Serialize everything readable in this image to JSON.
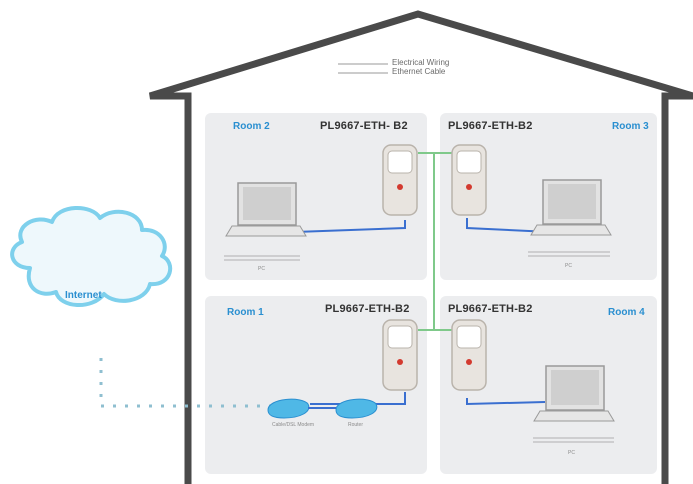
{
  "legend": {
    "electrical_wiring": "Electrical Wiring",
    "ethernet_cable": "Ethernet Cable"
  },
  "rooms": [
    {
      "label": "Room 2",
      "adapter": "PL9667-ETH- B2",
      "device_caption": "PC"
    },
    {
      "label": "Room 3",
      "adapter": "PL9667-ETH-B2",
      "device_caption": "PC"
    },
    {
      "label": "Room 1",
      "adapter": "PL9667-ETH-B2",
      "device_caption_modem": "Cable/DSL Modem",
      "device_caption_router": "Router"
    },
    {
      "label": "Room 4",
      "adapter": "PL9667-ETH-B2",
      "device_caption": "PC"
    }
  ],
  "internet": {
    "label": "Internet"
  },
  "colors": {
    "room_fill": "#ecedef",
    "house_outline": "#4a4a4a",
    "ethernet": "#3a6fd0",
    "electrical": "#7fc98a",
    "dotted_link": "#8fbfd0",
    "label_blue": "#2a8fd0",
    "adapter_body": "#e8e4df",
    "adapter_led": "#d33a2f"
  },
  "icons": [
    "cloud-icon",
    "laptop-icon",
    "powerline-adapter-icon",
    "modem-icon",
    "router-icon"
  ]
}
